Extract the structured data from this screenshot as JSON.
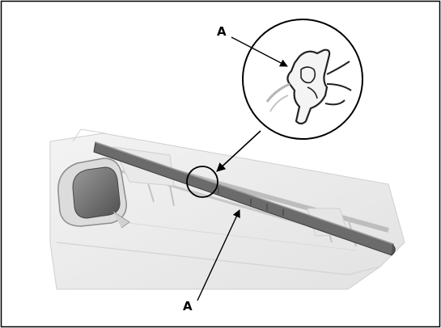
{
  "figure": {
    "callouts": [
      {
        "id": "detail",
        "label": "A"
      },
      {
        "id": "main",
        "label": "A"
      }
    ],
    "colors": {
      "frame": "#000000",
      "strip": "#6b6b6b",
      "line": "#000000",
      "background": "#ffffff"
    }
  }
}
